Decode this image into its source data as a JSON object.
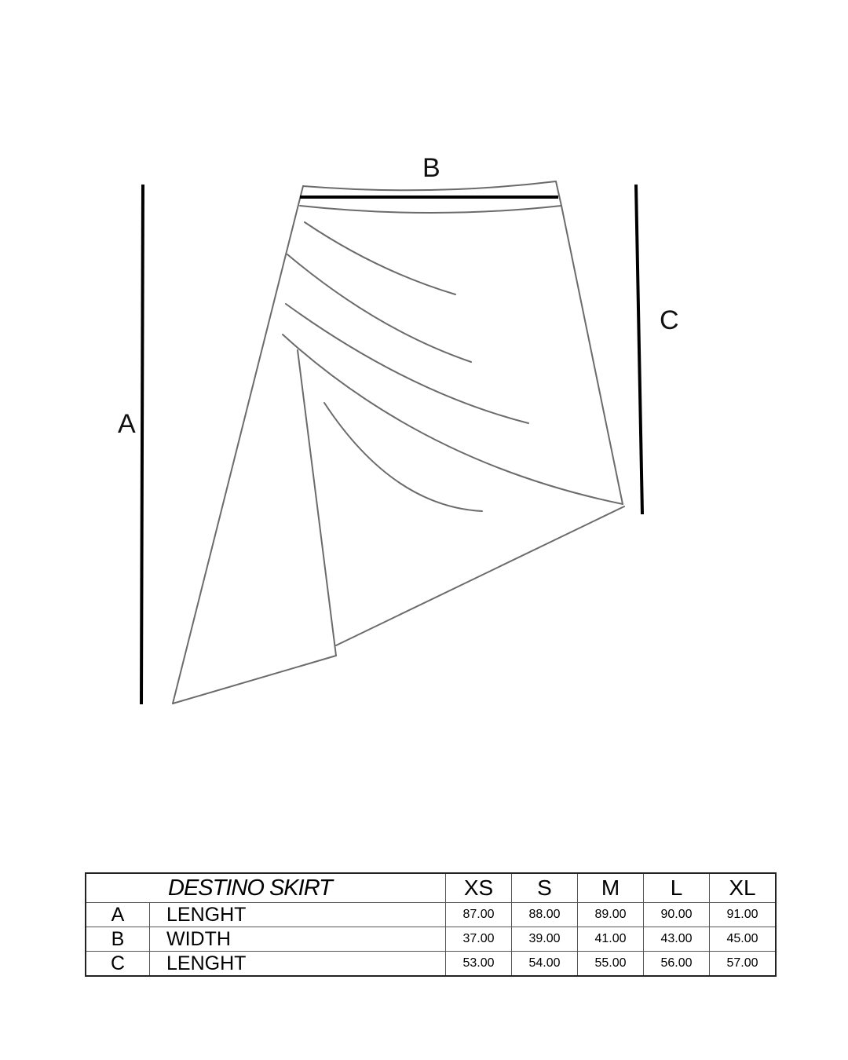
{
  "diagram": {
    "type": "technical flat sketch",
    "subject": "asymmetric wrap skirt",
    "dimension_labels": {
      "A": "A",
      "B": "B",
      "C": "C"
    },
    "colors": {
      "outline": "#6b6b6b",
      "dimension_line": "#000000",
      "background": "#ffffff"
    }
  },
  "size_table": {
    "title": "DESTINO SKIRT",
    "sizes": [
      "XS",
      "S",
      "M",
      "L",
      "XL"
    ],
    "rows": [
      {
        "letter": "A",
        "name": "LENGHT",
        "values": [
          "87.00",
          "88.00",
          "89.00",
          "90.00",
          "91.00"
        ]
      },
      {
        "letter": "B",
        "name": "WIDTH",
        "values": [
          "37.00",
          "39.00",
          "41.00",
          "43.00",
          "45.00"
        ]
      },
      {
        "letter": "C",
        "name": "LENGHT",
        "values": [
          "53.00",
          "54.00",
          "55.00",
          "56.00",
          "57.00"
        ]
      }
    ]
  }
}
